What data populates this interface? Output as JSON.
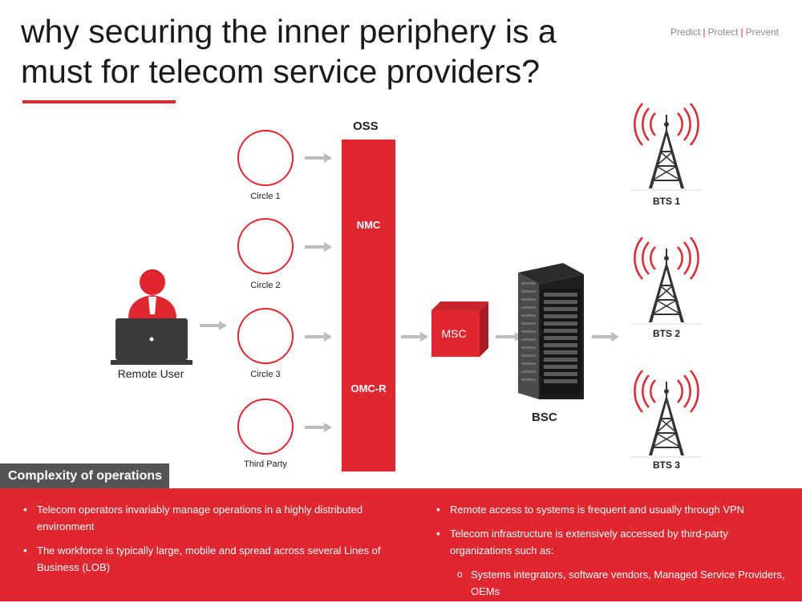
{
  "title": "why securing the inner periphery is a must for telecom service providers?",
  "tagline": {
    "predict": "Predict",
    "protect": "Protect",
    "prevent": "Prevent",
    "separator": "|"
  },
  "diagram": {
    "remote_user": "Remote User",
    "circles": [
      {
        "label": "Circle 1"
      },
      {
        "label": "Circle 2"
      },
      {
        "label": "Circle 3"
      },
      {
        "label": "Third Party"
      }
    ],
    "oss": {
      "label": "OSS",
      "nmc": "NMC",
      "omcr": "OMC-R"
    },
    "msc": "MSC",
    "bsc": "BSC",
    "bts": [
      "BTS 1",
      "BTS 2",
      "BTS 3"
    ]
  },
  "complexity": {
    "heading": "Complexity of operations",
    "left_bullets": [
      "Telecom operators invariably manage operations in a highly distributed environment",
      "The workforce is typically large, mobile and spread across several Lines of Business (LOB)"
    ],
    "right_bullets": [
      "Remote access to systems is frequent and usually through VPN",
      "Telecom infrastructure is extensively accessed  by third-party organizations such as:"
    ],
    "right_sub_bullets": [
      "Systems integrators, software vendors,  Managed Service Providers, OEMs"
    ]
  },
  "colors": {
    "accent": "#e0262f",
    "dark_box": "#545454",
    "arrow": "#bdbdbd"
  }
}
